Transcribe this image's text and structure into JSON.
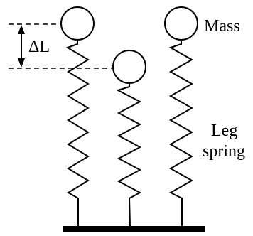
{
  "labels": {
    "mass": "Mass",
    "delta_l": "ΔL",
    "leg_line1": "Leg",
    "leg_line2": "spring"
  },
  "colors": {
    "ink": "#000000",
    "background": "#ffffff"
  }
}
